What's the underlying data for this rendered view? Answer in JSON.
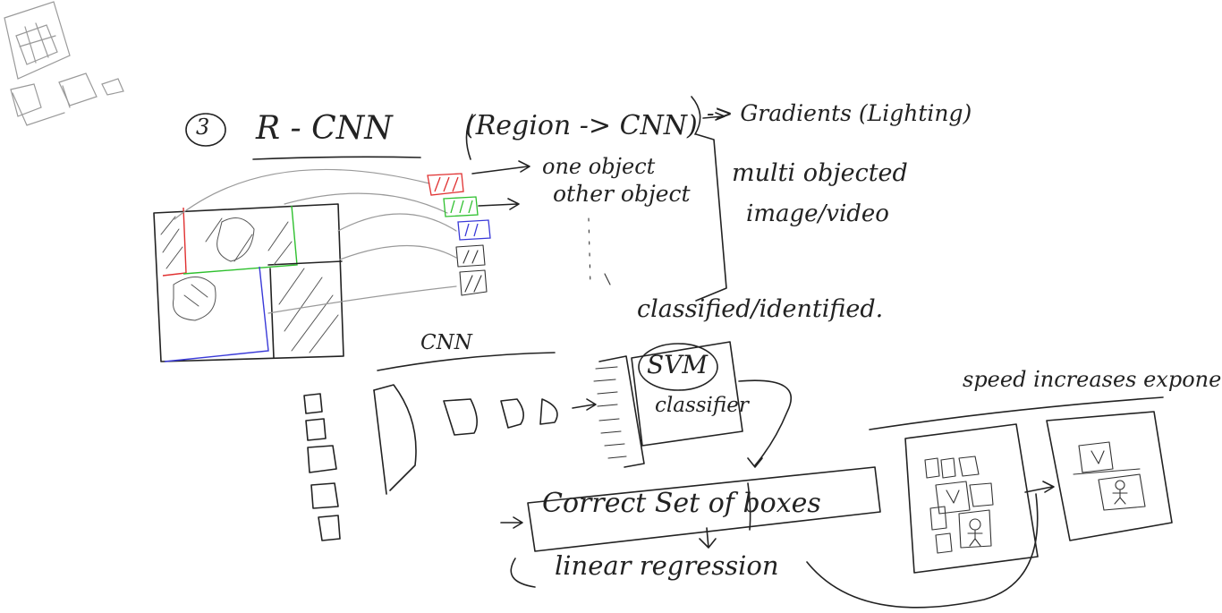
{
  "labels": {
    "step_number": "3",
    "title": "R - CNN",
    "region_cnn": "(Region -> CNN)",
    "gradients": "-> Gradients (Lighting)",
    "one_object": "one object",
    "other_object": "other object",
    "multi_objected": "multi objected",
    "image_video": "image/video",
    "classified_identified": "classified/identified.",
    "cnn": "CNN",
    "svm": "SVM",
    "classifier": "classifier",
    "speed_increases": "speed increases exponentially",
    "correct_set_of_boxes": "Correct Set of boxes",
    "linear_regression": "linear regression"
  },
  "colors": {
    "ink": "#222222",
    "pencil": "#9a9a9a",
    "red": "#e03030",
    "green": "#2ec02e",
    "blue": "#3a3ad8"
  }
}
